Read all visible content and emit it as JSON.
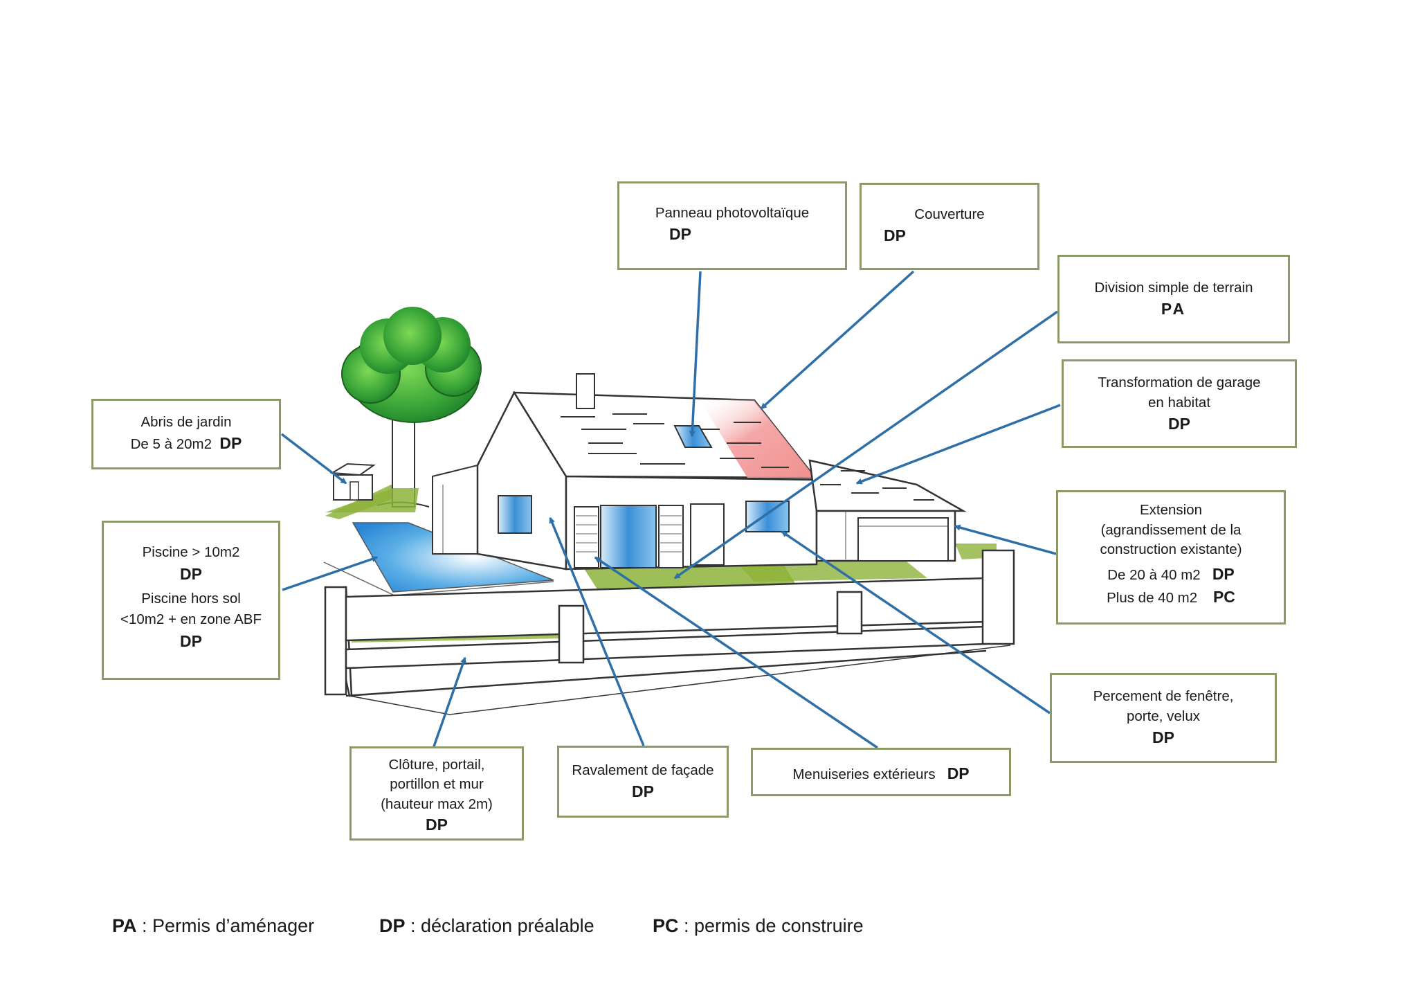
{
  "labels": {
    "panneau": {
      "title": "Panneau photovoltaïque",
      "code": "DP"
    },
    "couverture": {
      "title": "Couverture",
      "code": "DP"
    },
    "division": {
      "title": "Division simple de terrain",
      "code": "PA"
    },
    "garage": {
      "title_line1": "Transformation de garage",
      "title_line2": "en habitat",
      "code": "DP"
    },
    "abris": {
      "title": "Abris de jardin",
      "detail": "De 5 à 20m2",
      "code": "DP"
    },
    "piscine": {
      "title": "Piscine > 10m2",
      "code": "DP",
      "title2_line1": "Piscine hors sol",
      "title2_line2": "<10m2 + en zone ABF",
      "code2": "DP"
    },
    "extension": {
      "title": "Extension",
      "subtitle_line1": "(agrandissement de la",
      "subtitle_line2": "construction existante)",
      "range1": "De 20 à 40 m2",
      "code1": "DP",
      "range2": "Plus de 40 m2",
      "code2": "PC"
    },
    "percement": {
      "title_line1": "Percement de fenêtre,",
      "title_line2": "porte, velux",
      "code": "DP"
    },
    "menuiseries": {
      "title": "Menuiseries extérieurs",
      "code": "DP"
    },
    "ravalement": {
      "title": "Ravalement de façade",
      "code": "DP"
    },
    "cloture": {
      "title_line1": "Clôture, portail,",
      "title_line2": "portillon et mur",
      "title_line3": "(hauteur max 2m)",
      "code": "DP"
    }
  },
  "legend": [
    {
      "code": "PA",
      "text": " : Permis d’aménager"
    },
    {
      "code": "DP",
      "text": " : déclaration préalable"
    },
    {
      "code": "PC",
      "text": " : permis de construire"
    }
  ],
  "colors": {
    "box_border": "#8c9a6a",
    "arrow": "#2f6fa8",
    "lawn": "#8db33a",
    "tree": "#3aa33a",
    "roof_accent": "#f19a9a",
    "glass": "#3a8fd6"
  }
}
